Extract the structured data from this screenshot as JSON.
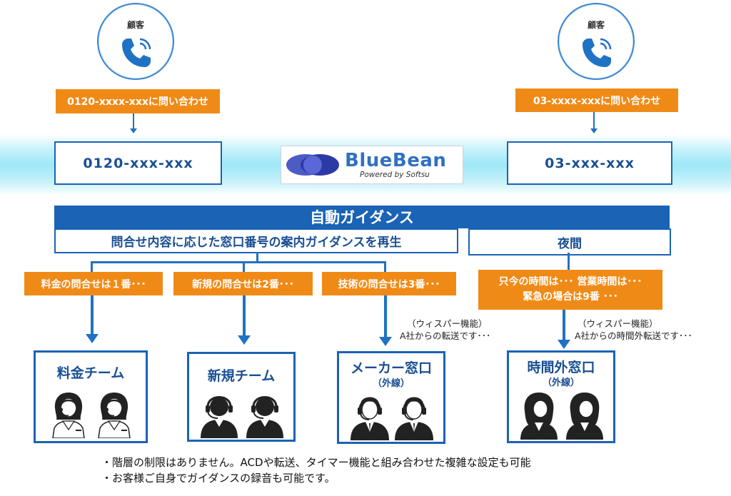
{
  "customers": {
    "left": {
      "label": "顧客",
      "call_text": "0120-xxxx-xxxに問い合わせ",
      "number": "0120-xxx-xxx"
    },
    "right": {
      "label": "顧客",
      "call_text": "03-xxxx-xxxに問い合わせ",
      "number": "03-xxx-xxx"
    }
  },
  "logo": {
    "name": "BlueBean",
    "tagline": "Powered by Softsu"
  },
  "guidance": {
    "title": "自動ガイダンス",
    "left_sub": "問合せ内容に応じた窓口番号の案内ガイダンスを再生",
    "right_sub": "夜間"
  },
  "options": {
    "opt1": "料金の問合せは１番･･･",
    "opt2": "新規の問合せは2番･･･",
    "opt3": "技術の問合せは3番･･･",
    "night_line1": "只今の時間は･･･ 営業時間は･･･",
    "night_line2": "緊急の場合は9番 ･･･"
  },
  "notes": {
    "whisper1_line1": "（ウィスパー機能）",
    "whisper1_line2": "A社からの転送です･･･",
    "whisper2_line1": "（ウィスパー機能）",
    "whisper2_line2": "A社からの時間外転送です･･･"
  },
  "teams": {
    "billing": {
      "name": "料金チーム"
    },
    "new": {
      "name": "新規チーム"
    },
    "maker": {
      "name": "メーカー窓口",
      "sub": "（外線）"
    },
    "afterhours": {
      "name": "時間外窓口",
      "sub": "（外線）"
    }
  },
  "footer": {
    "line1": "・階層の制限はありません。ACDや転送、タイマー機能と組み合わせた複雑な設定も可能",
    "line2": "・お客様ご自身でガイダンスの録音も可能です。"
  },
  "colors": {
    "accent_blue": "#1a63b5",
    "orange": "#f08a17",
    "band": "#9ee8f8"
  }
}
